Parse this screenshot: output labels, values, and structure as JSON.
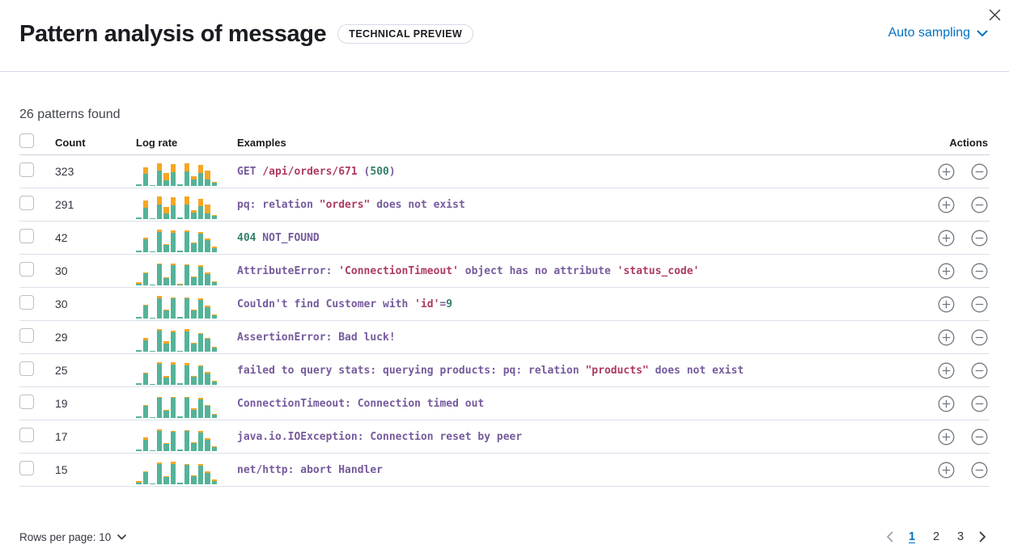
{
  "header": {
    "title": "Pattern analysis of message",
    "badge": "TECHNICAL PREVIEW",
    "sampling_label": "Auto sampling"
  },
  "summary": "26 patterns found",
  "table": {
    "columns": {
      "count": "Count",
      "log_rate": "Log rate",
      "examples": "Examples",
      "actions": "Actions"
    },
    "rows": [
      {
        "count": "323",
        "example": [
          {
            "t": "GET ",
            "c": "p"
          },
          {
            "t": "/api/orders/671",
            "c": "r"
          },
          {
            "t": " (",
            "c": "p"
          },
          {
            "t": "500",
            "c": "g"
          },
          {
            "t": ")",
            "c": "p"
          }
        ],
        "bars": [
          [
            6,
            0
          ],
          [
            50,
            26
          ],
          [
            5,
            0
          ],
          [
            62,
            32
          ],
          [
            24,
            30
          ],
          [
            58,
            32
          ],
          [
            7,
            0
          ],
          [
            60,
            33
          ],
          [
            28,
            13
          ],
          [
            55,
            31
          ],
          [
            26,
            37
          ],
          [
            12,
            5
          ]
        ]
      },
      {
        "count": "291",
        "example": [
          {
            "t": "pq: relation ",
            "c": "p"
          },
          {
            "t": "\"orders\"",
            "c": "r"
          },
          {
            "t": " does not exist",
            "c": "p"
          }
        ],
        "bars": [
          [
            6,
            0
          ],
          [
            48,
            28
          ],
          [
            5,
            0
          ],
          [
            60,
            33
          ],
          [
            22,
            28
          ],
          [
            57,
            33
          ],
          [
            6,
            0
          ],
          [
            59,
            33
          ],
          [
            26,
            12
          ],
          [
            55,
            30
          ],
          [
            24,
            35
          ],
          [
            12,
            4
          ]
        ]
      },
      {
        "count": "42",
        "example": [
          {
            "t": "404",
            "c": "g"
          },
          {
            "t": " NOT_FOUND",
            "c": "p"
          }
        ],
        "bars": [
          [
            8,
            0
          ],
          [
            52,
            8
          ],
          [
            5,
            0
          ],
          [
            84,
            8
          ],
          [
            30,
            4
          ],
          [
            80,
            11
          ],
          [
            6,
            0
          ],
          [
            84,
            6
          ],
          [
            36,
            4
          ],
          [
            76,
            8
          ],
          [
            50,
            8
          ],
          [
            16,
            8
          ]
        ]
      },
      {
        "count": "30",
        "example": [
          {
            "t": "AttributeError: ",
            "c": "p"
          },
          {
            "t": "'ConnectionTimeout'",
            "c": "r"
          },
          {
            "t": " object has no attribute ",
            "c": "p"
          },
          {
            "t": "'status_code'",
            "c": "r"
          }
        ],
        "bars": [
          [
            8,
            4
          ],
          [
            50,
            4
          ],
          [
            4,
            0
          ],
          [
            86,
            4
          ],
          [
            30,
            4
          ],
          [
            84,
            6
          ],
          [
            5,
            2
          ],
          [
            84,
            4
          ],
          [
            34,
            4
          ],
          [
            78,
            4
          ],
          [
            48,
            4
          ],
          [
            14,
            2
          ]
        ]
      },
      {
        "count": "30",
        "example": [
          {
            "t": "Couldn't find Customer with ",
            "c": "p"
          },
          {
            "t": "'id'",
            "c": "r"
          },
          {
            "t": "=",
            "c": "p"
          },
          {
            "t": "9",
            "c": "g"
          }
        ],
        "bars": [
          [
            8,
            0
          ],
          [
            52,
            6
          ],
          [
            5,
            0
          ],
          [
            84,
            8
          ],
          [
            32,
            4
          ],
          [
            82,
            6
          ],
          [
            6,
            0
          ],
          [
            82,
            6
          ],
          [
            34,
            4
          ],
          [
            78,
            6
          ],
          [
            48,
            6
          ],
          [
            14,
            2
          ]
        ]
      },
      {
        "count": "29",
        "example": [
          {
            "t": "AssertionError: Bad luck!",
            "c": "p"
          }
        ],
        "bars": [
          [
            6,
            0
          ],
          [
            48,
            8
          ],
          [
            5,
            0
          ],
          [
            86,
            6
          ],
          [
            32,
            10
          ],
          [
            80,
            6
          ],
          [
            5,
            0
          ],
          [
            84,
            8
          ],
          [
            32,
            6
          ],
          [
            74,
            4
          ],
          [
            52,
            6
          ],
          [
            16,
            4
          ]
        ]
      },
      {
        "count": "25",
        "example": [
          {
            "t": "failed to query stats: querying products: pq: relation ",
            "c": "p"
          },
          {
            "t": "\"products\"",
            "c": "r"
          },
          {
            "t": " does not exist",
            "c": "p"
          }
        ],
        "bars": [
          [
            7,
            0
          ],
          [
            46,
            4
          ],
          [
            4,
            0
          ],
          [
            88,
            4
          ],
          [
            30,
            6
          ],
          [
            82,
            10
          ],
          [
            6,
            0
          ],
          [
            80,
            10
          ],
          [
            34,
            4
          ],
          [
            76,
            4
          ],
          [
            46,
            6
          ],
          [
            14,
            2
          ]
        ]
      },
      {
        "count": "19",
        "example": [
          {
            "t": "ConnectionTimeout: Connection timed out",
            "c": "p"
          }
        ],
        "bars": [
          [
            8,
            0
          ],
          [
            50,
            4
          ],
          [
            5,
            0
          ],
          [
            84,
            4
          ],
          [
            30,
            4
          ],
          [
            82,
            6
          ],
          [
            6,
            0
          ],
          [
            84,
            4
          ],
          [
            34,
            6
          ],
          [
            78,
            4
          ],
          [
            50,
            4
          ],
          [
            14,
            2
          ]
        ]
      },
      {
        "count": "17",
        "example": [
          {
            "t": "java.io.IOException: Connection reset by peer",
            "c": "p"
          }
        ],
        "bars": [
          [
            7,
            0
          ],
          [
            48,
            8
          ],
          [
            5,
            0
          ],
          [
            84,
            6
          ],
          [
            30,
            4
          ],
          [
            80,
            4
          ],
          [
            6,
            0
          ],
          [
            82,
            6
          ],
          [
            32,
            4
          ],
          [
            76,
            6
          ],
          [
            46,
            6
          ],
          [
            16,
            4
          ]
        ]
      },
      {
        "count": "15",
        "example": [
          {
            "t": "net/http: abort Handler",
            "c": "p"
          }
        ],
        "bars": [
          [
            8,
            6
          ],
          [
            50,
            4
          ],
          [
            5,
            0
          ],
          [
            84,
            6
          ],
          [
            30,
            4
          ],
          [
            82,
            10
          ],
          [
            6,
            0
          ],
          [
            80,
            4
          ],
          [
            34,
            4
          ],
          [
            76,
            6
          ],
          [
            48,
            4
          ],
          [
            14,
            6
          ]
        ]
      }
    ]
  },
  "footer": {
    "rows_per_page_label": "Rows per page: 10",
    "pagination": {
      "pages": [
        "1",
        "2",
        "3"
      ],
      "active": "1"
    }
  },
  "colors": {
    "bar_green": "#54B399",
    "bar_orange": "#F5A623",
    "token_purple": "#765B9C",
    "token_red": "#AD3A63",
    "token_green": "#35806B",
    "link_blue": "#0071C2"
  }
}
